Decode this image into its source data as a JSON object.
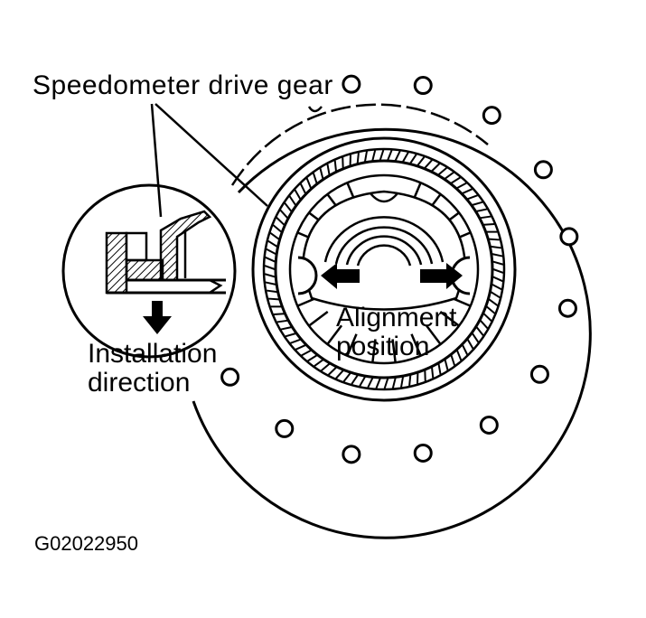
{
  "labels": {
    "speedometer_drive_gear": "Speedometer drive gear",
    "installation_direction_line1": "Installation",
    "installation_direction_line2": "direction",
    "alignment_position_line1": "Alignment",
    "alignment_position_line2": "position",
    "figure_code": "G02022950"
  },
  "colors": {
    "ink": "#000000",
    "paper": "#ffffff"
  }
}
